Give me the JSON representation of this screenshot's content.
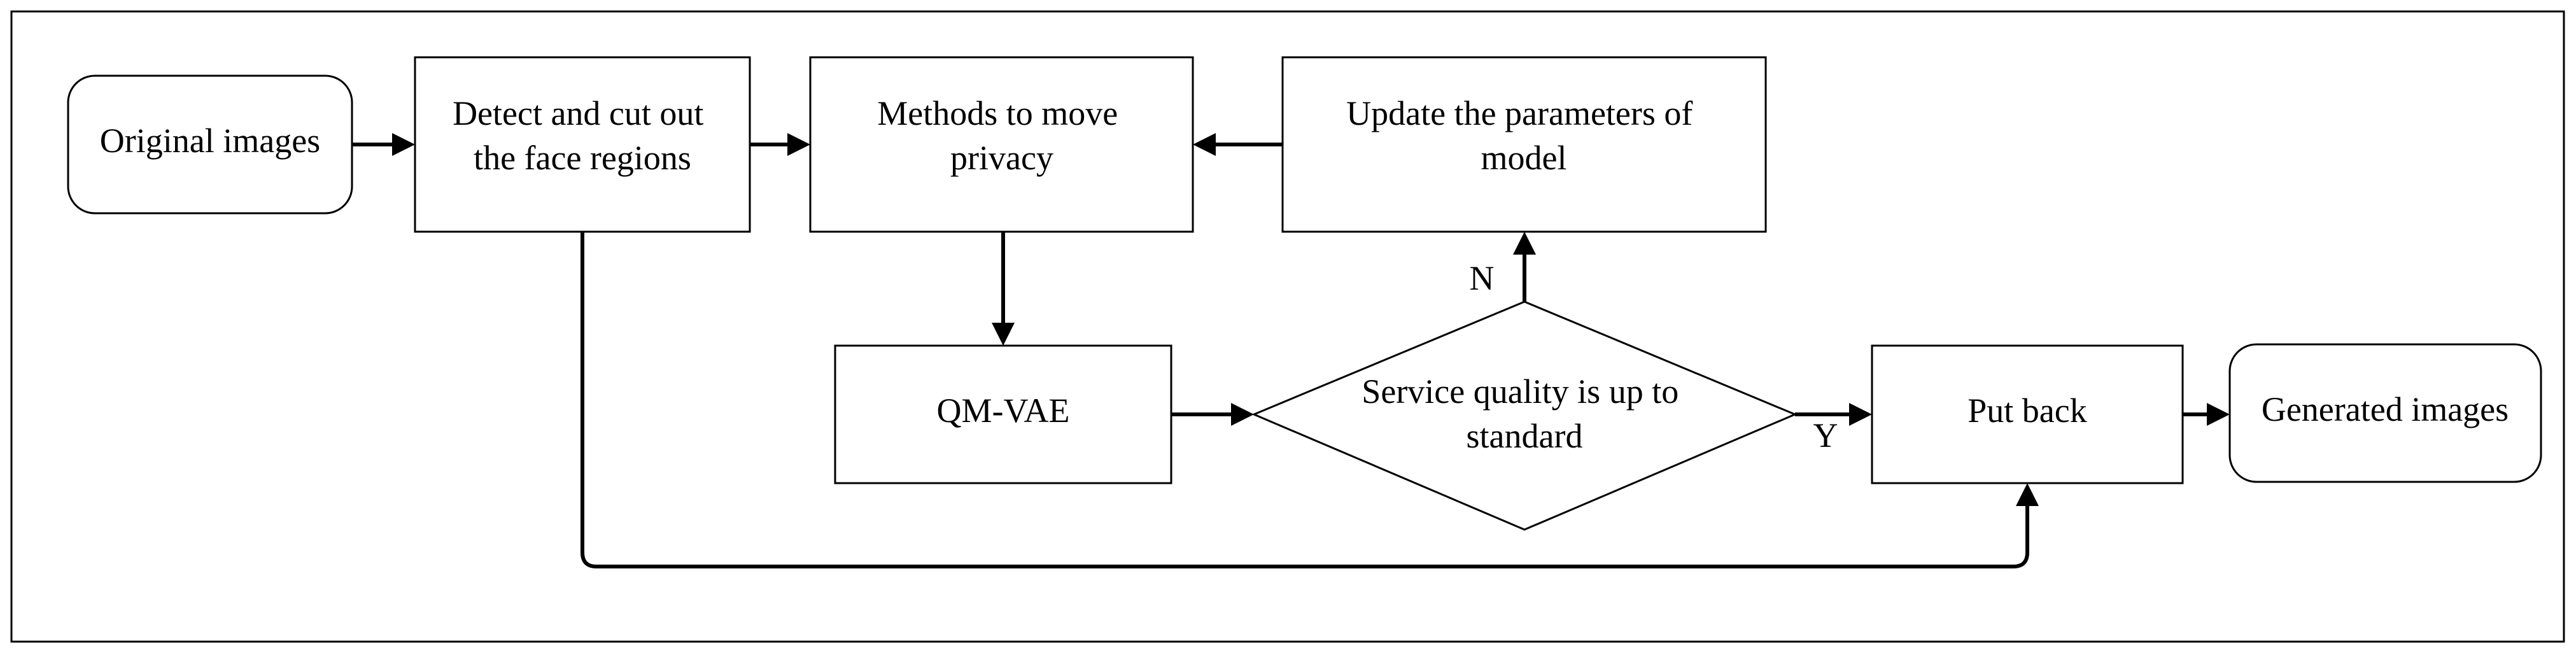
{
  "nodes": {
    "original_images": {
      "lines": [
        "Original images"
      ]
    },
    "detect_cut": {
      "lines": [
        "Detect and cut out",
        "the face regions"
      ]
    },
    "methods_privacy": {
      "lines": [
        "Methods to move",
        "privacy"
      ]
    },
    "update_params": {
      "lines": [
        "Update the parameters of",
        "model"
      ]
    },
    "qm_vae": {
      "lines": [
        "QM-VAE"
      ]
    },
    "service_quality": {
      "lines": [
        "Service quality is up to",
        "standard"
      ]
    },
    "put_back": {
      "lines": [
        "Put back"
      ]
    },
    "generated_images": {
      "lines": [
        "Generated images"
      ]
    }
  },
  "edge_labels": {
    "no": "N",
    "yes": "Y"
  },
  "colors": {
    "stroke": "#000000",
    "fill": "#ffffff",
    "text": "#000000"
  }
}
